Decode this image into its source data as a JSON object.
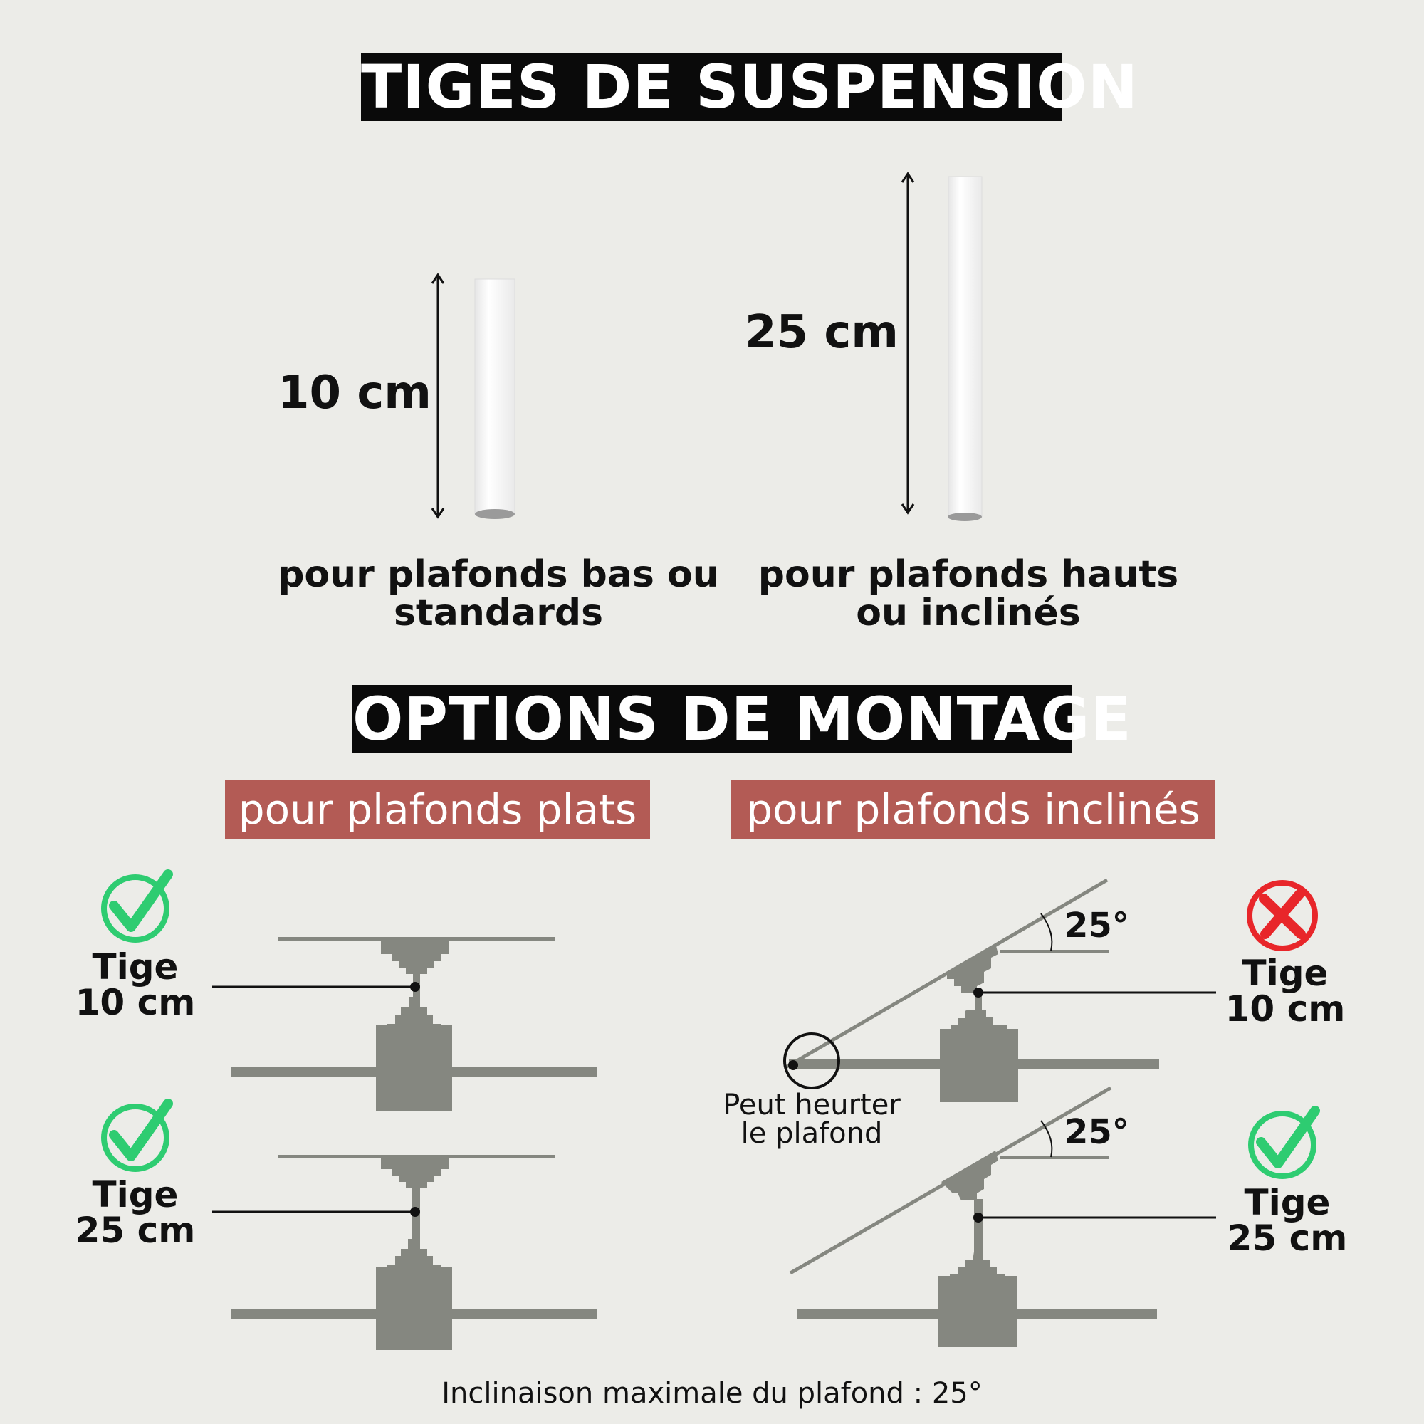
{
  "header": {
    "title": "TIGES DE SUSPENSION"
  },
  "rods": {
    "short": {
      "length": "10 cm",
      "caption": "pour plafonds bas ou standards"
    },
    "long": {
      "length": "25 cm",
      "caption": "pour plafonds hauts ou inclinés"
    }
  },
  "montage": {
    "title": "OPTIONS DE MONTAGE",
    "flat": {
      "label": "pour plafonds plats",
      "options": [
        {
          "line1": "Tige",
          "line2": "10 cm",
          "status": "ok"
        },
        {
          "line1": "Tige",
          "line2": "25 cm",
          "status": "ok"
        }
      ]
    },
    "inclined": {
      "label": "pour plafonds inclinés",
      "angle": "25°",
      "warning_line1": "Peut heurter",
      "warning_line2": "le plafond",
      "options": [
        {
          "line1": "Tige",
          "line2": "10 cm",
          "status": "not-ok"
        },
        {
          "line1": "Tige",
          "line2": "25 cm",
          "status": "ok"
        }
      ]
    }
  },
  "footer": {
    "note": "Inclinaison maximale du plafond : 25°"
  },
  "colors": {
    "ok": "#2ecc71",
    "error": "#e8262a",
    "fan": "#858780",
    "label_bg": "#b35b55"
  }
}
